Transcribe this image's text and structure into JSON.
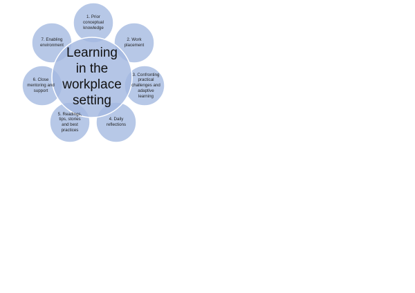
{
  "center": {
    "label": "Learning\nin the\nworkplace\nsetting"
  },
  "nodes": [
    {
      "label": "1. Prior\nconceptual\nknowledge"
    },
    {
      "label": "2. Work\nplacement"
    },
    {
      "label": "3. Confronting\npractical\nchallenges and\nadaptive\nlearning"
    },
    {
      "label": "4. Daily\nreflections"
    },
    {
      "label": "5. Readings,\ntips, stories\nand best\npractices"
    },
    {
      "label": "6. Close\nmentoring and\nsupport"
    },
    {
      "label": "7. Enabling\nenvironment"
    }
  ],
  "colors": {
    "fill": "#a3b8e0",
    "stroke": "#ffffff",
    "text": "#1f1f1f"
  }
}
